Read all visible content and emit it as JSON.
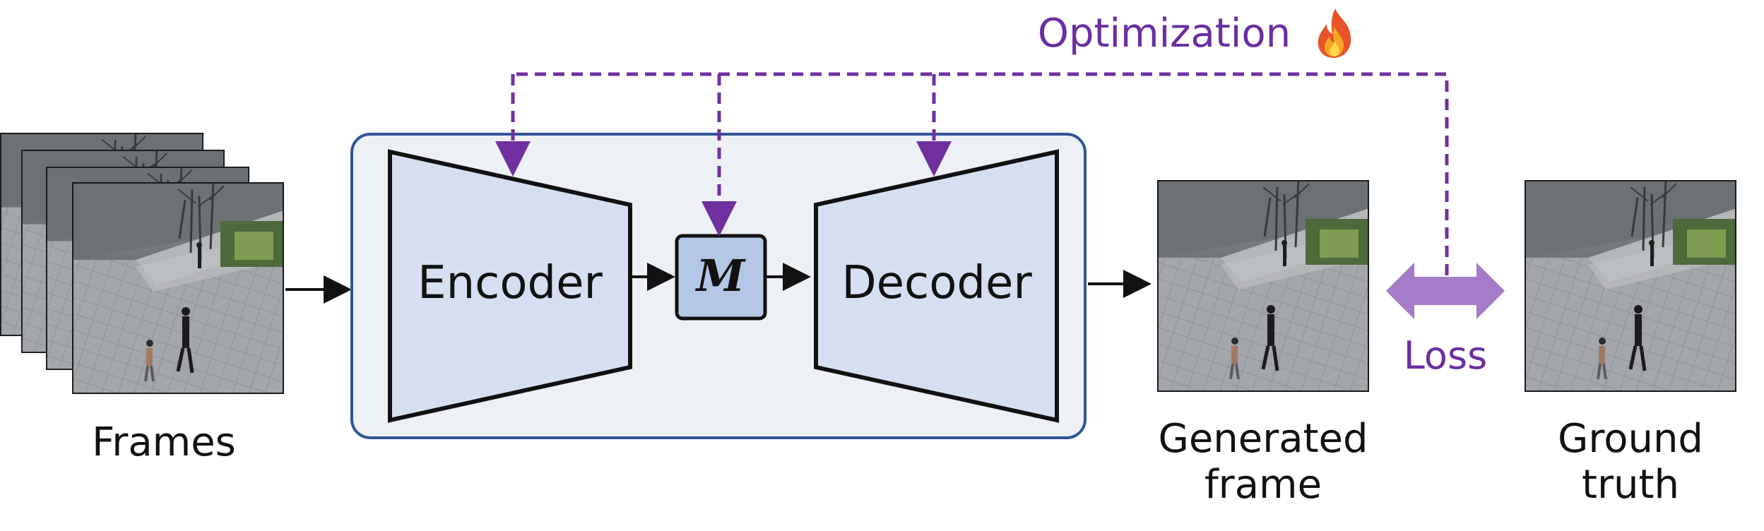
{
  "labels": {
    "frames": "Frames",
    "encoder": "Encoder",
    "memory": "M",
    "decoder": "Decoder",
    "generated_line1": "Generated",
    "generated_line2": "frame",
    "ground_line1": "Ground",
    "ground_line2": "truth",
    "optimization": "Optimization",
    "loss": "Loss"
  },
  "icons": {
    "optimization": "fire-icon",
    "loss": "double-arrow-icon"
  },
  "colors": {
    "purple": "#7030a0",
    "loss_arrow": "#a67cc9",
    "block_fill": "#d6dff2",
    "memory_fill": "#b4c7e7",
    "container_fill": "#edf0f5",
    "container_border": "#2f5597"
  }
}
